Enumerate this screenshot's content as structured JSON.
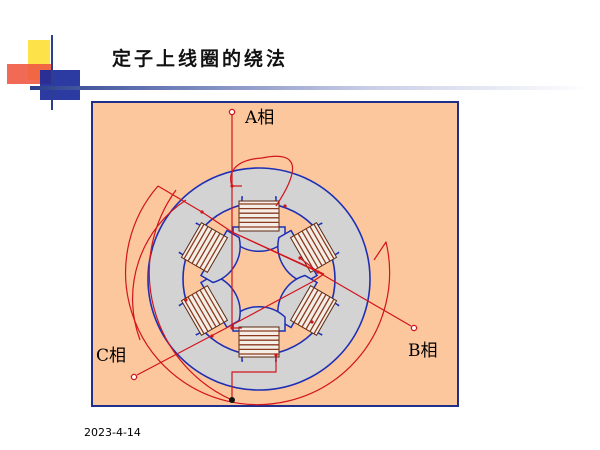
{
  "title": "定子上线圈的绕法",
  "labels": {
    "phase_a": "A相",
    "phase_b": "B相",
    "phase_c": "C相"
  },
  "date": "2023-4-14",
  "colors": {
    "panel_fill": "#fcc79d",
    "panel_border": "#1f2f8a",
    "stator_fill": "#d3d3d3",
    "stator_outline": "#1e2fb5",
    "wire": "#d2141c",
    "coil_stripe": "#8b3a1f"
  }
}
